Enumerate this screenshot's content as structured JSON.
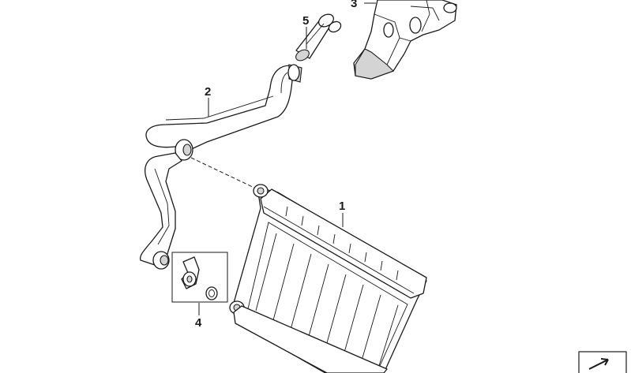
{
  "diagram": {
    "callouts": [
      "1",
      "2",
      "3",
      "4",
      "5"
    ],
    "parts": [
      "heater-core",
      "water-hose",
      "water-valve",
      "clamp-and-o-ring",
      "hose-connector"
    ]
  },
  "colors": {
    "line": "#1a1a1a",
    "shading": "#d4d4d4",
    "background": "#ffffff"
  },
  "icons": {
    "corner": "nav-arrow-icon"
  }
}
